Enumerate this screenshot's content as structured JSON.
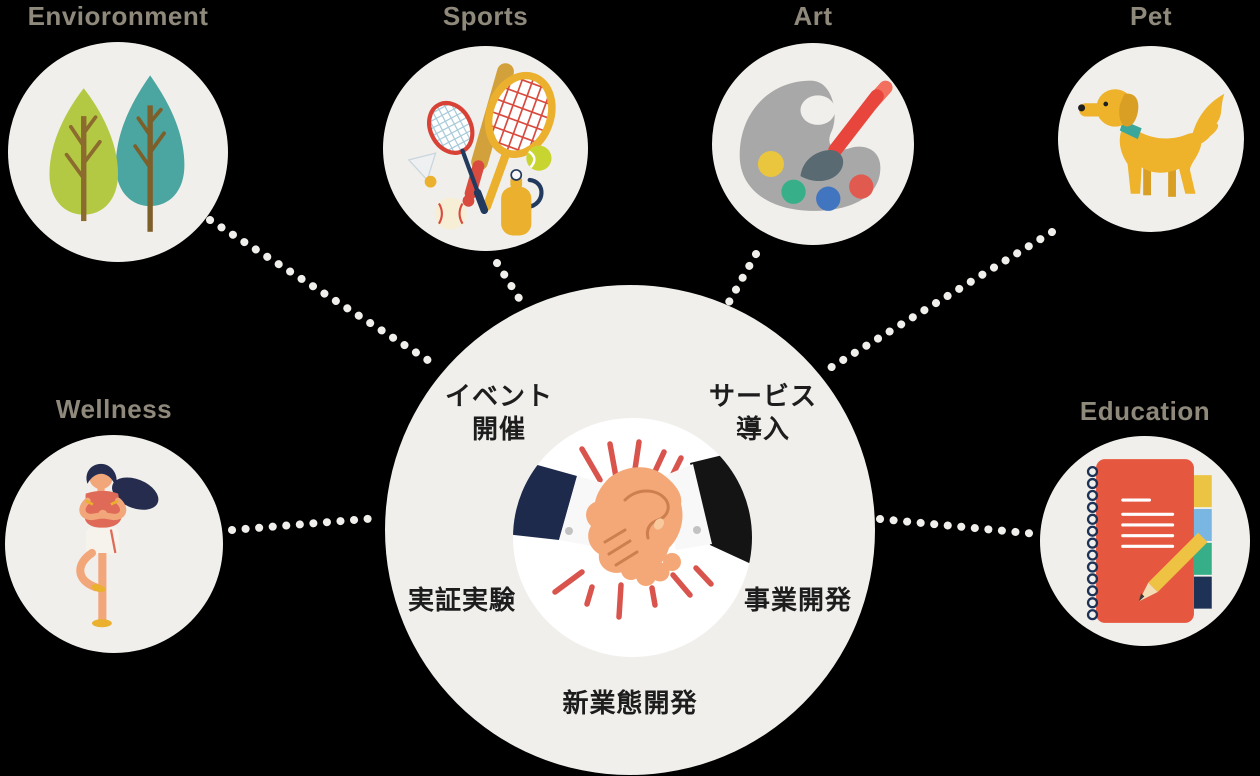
{
  "diagram": {
    "background": "#000000",
    "circle_fill": "#f1efeb",
    "label_color": "#8f897b",
    "jp_text_color": "#1d1d1d",
    "connector_dot_color": "#f1efeb"
  },
  "nodes": [
    {
      "id": "environment",
      "label": "Envioronment"
    },
    {
      "id": "sports",
      "label": "Sports"
    },
    {
      "id": "art",
      "label": "Art"
    },
    {
      "id": "pet",
      "label": "Pet"
    },
    {
      "id": "wellness",
      "label": "Wellness"
    },
    {
      "id": "education",
      "label": "Education"
    }
  ],
  "center": {
    "top_left": "イベント\n開催",
    "top_right": "サービス\n導入",
    "bottom_left": "実証実験",
    "bottom_right": "事業開発",
    "bottom_center": "新業態開発"
  }
}
